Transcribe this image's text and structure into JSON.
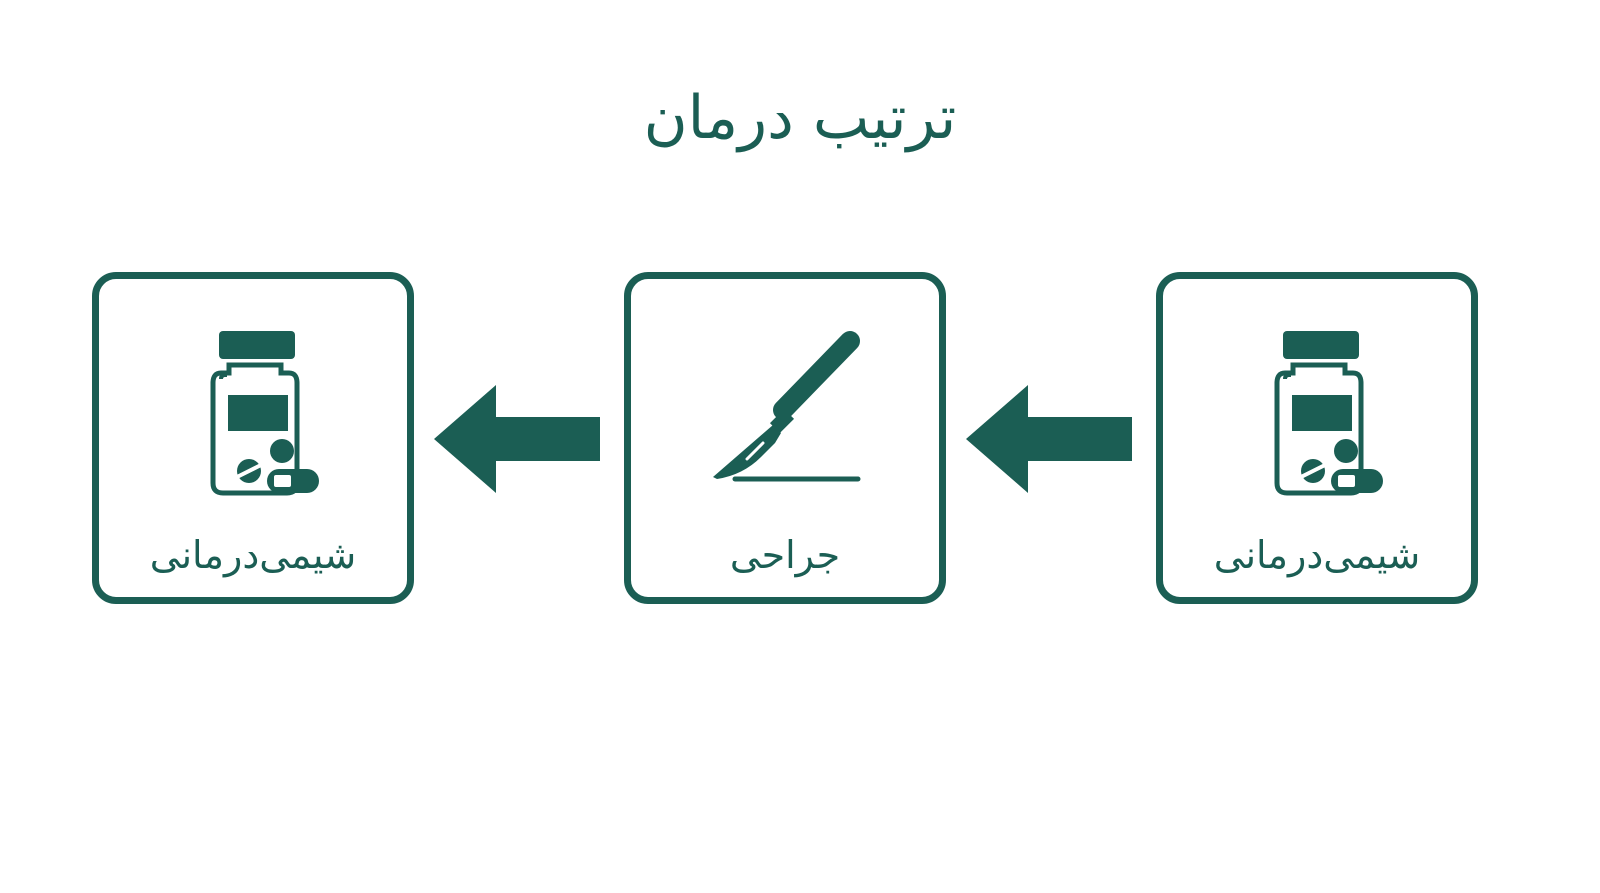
{
  "title": "ترتیب درمان",
  "colors": {
    "primary": "#1b5e54",
    "background": "#ffffff"
  },
  "steps": [
    {
      "label": "شیمی‌درمانی",
      "icon": "medicine-bottle-pills-icon"
    },
    {
      "label": "جراحی",
      "icon": "scalpel-icon"
    },
    {
      "label": "شیمی‌درمانی",
      "icon": "medicine-bottle-pills-icon"
    }
  ],
  "flow_direction": "right-to-left"
}
